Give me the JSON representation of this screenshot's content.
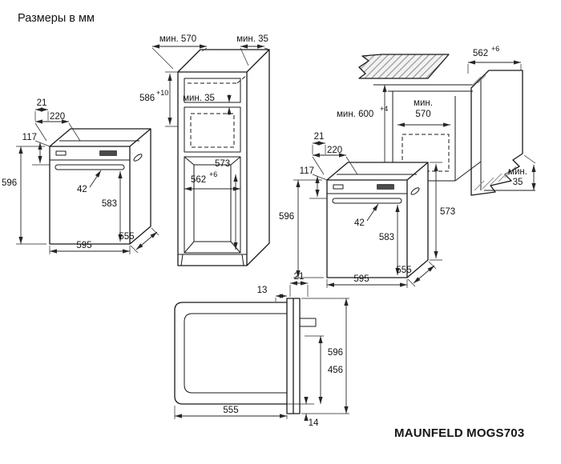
{
  "title": "Размеры в мм",
  "model": "MAUNFELD MOGS703",
  "left_group": {
    "cabinet": {
      "depth_min": "мин. 570",
      "back_gap_min": "мин. 35",
      "niche_height": "586",
      "niche_height_tol": "+10",
      "vent_gap_min": "мин. 35",
      "inner_depth": "562",
      "inner_depth_tol": "+6",
      "inner_height": "573"
    },
    "oven": {
      "panel_offset": "21",
      "panel_depth": "220",
      "top_height": "117",
      "height": "596",
      "handle_clearance": "42",
      "body_height": "583",
      "width": "595",
      "depth": "555"
    }
  },
  "right_group": {
    "cabinet": {
      "inner_depth": "562",
      "inner_depth_tol": "+6",
      "niche_height_min": "мин. 600",
      "niche_height_tol": "+4",
      "depth_min_line1": "мин.",
      "depth_min_line2": "570",
      "side_gap_line1": "мин.",
      "side_gap_line2": "35"
    },
    "oven": {
      "panel_offset": "21",
      "panel_depth": "220",
      "top_height": "117",
      "height": "596",
      "handle_clearance": "42",
      "body_height": "583",
      "width": "595",
      "depth": "555",
      "side_height": "573"
    }
  },
  "section": {
    "door_offset": "21",
    "top_gap": "13",
    "height": "596",
    "inner_height": "456",
    "depth": "555",
    "bottom_gap": "14"
  }
}
